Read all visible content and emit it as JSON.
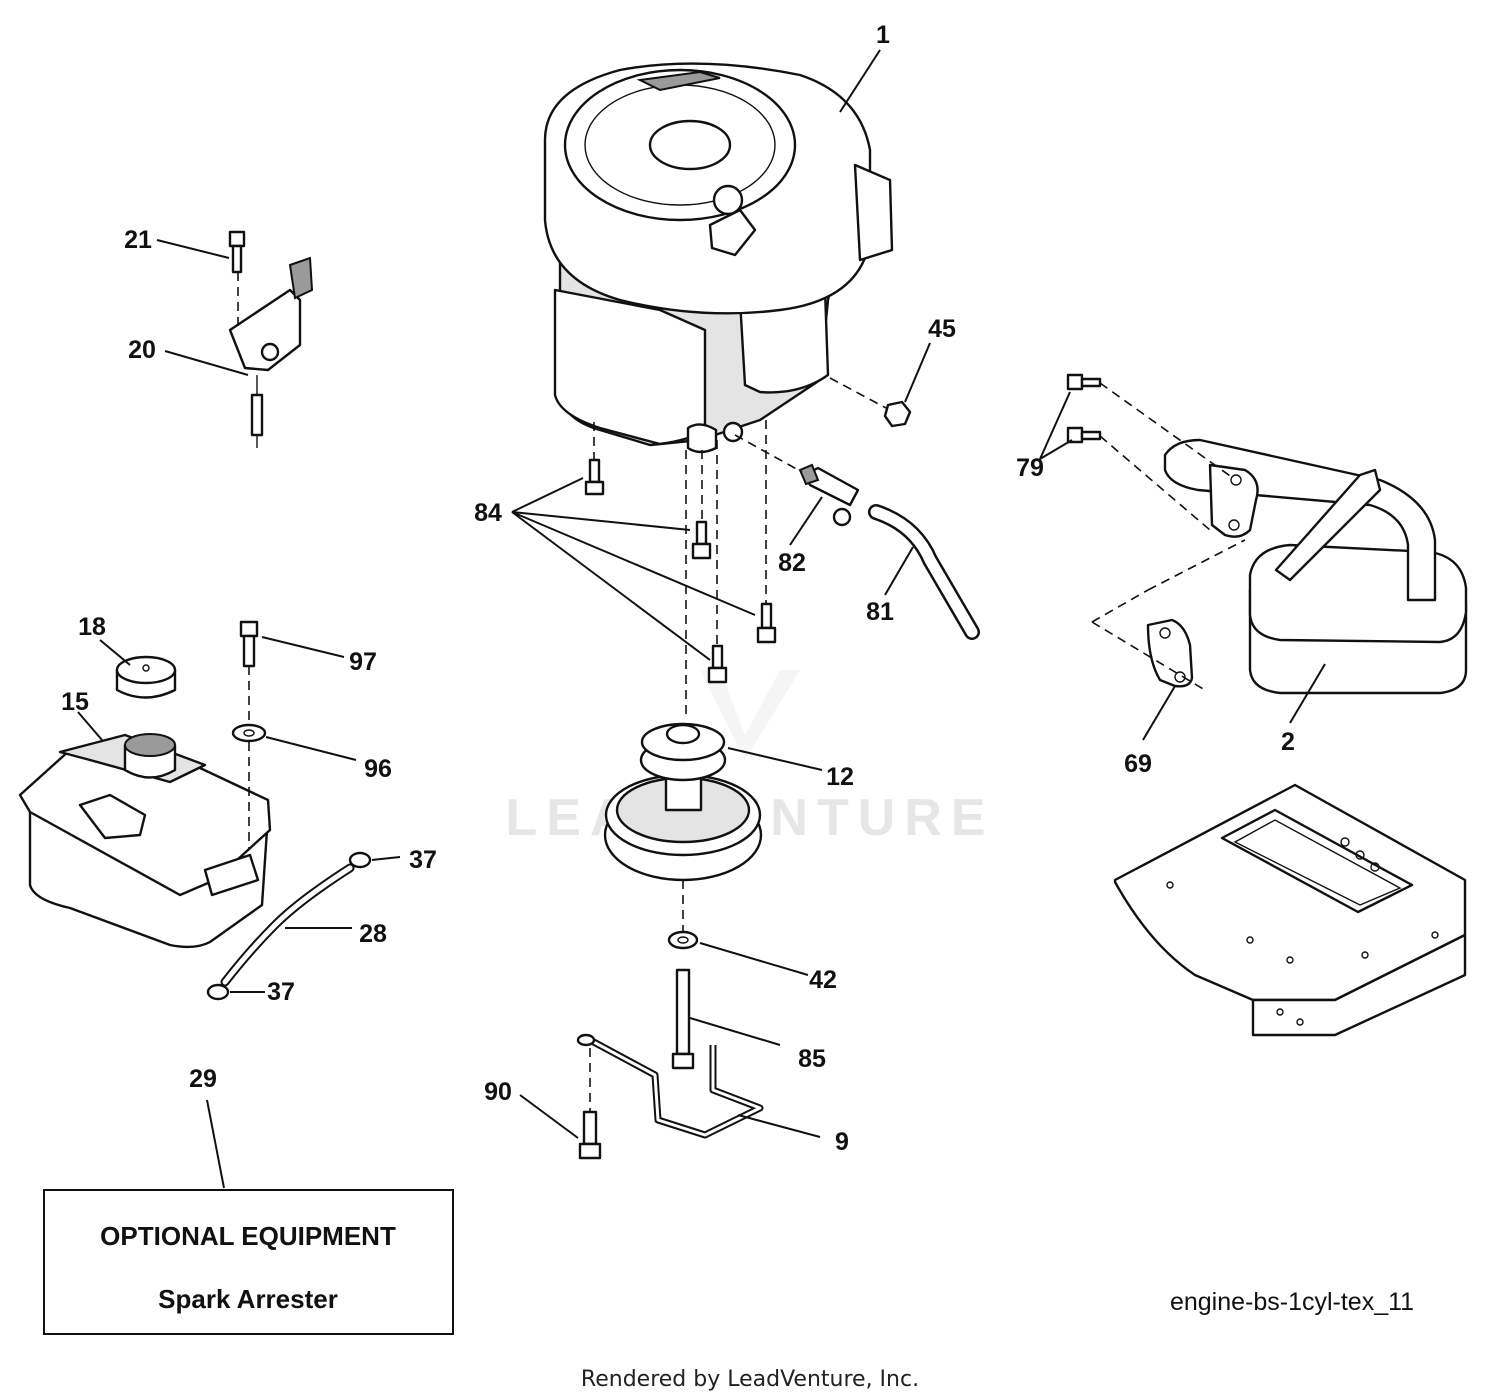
{
  "watermark": "LEADVENTURE",
  "callouts": {
    "c1": "1",
    "c2": "2",
    "c9": "9",
    "c12": "12",
    "c15": "15",
    "c18": "18",
    "c20": "20",
    "c21": "21",
    "c28": "28",
    "c29": "29",
    "c37a": "37",
    "c37b": "37",
    "c42": "42",
    "c45": "45",
    "c69": "69",
    "c79": "79",
    "c81": "81",
    "c82": "82",
    "c84": "84",
    "c85": "85",
    "c90": "90",
    "c96": "96",
    "c97": "97"
  },
  "optional_box": {
    "title": "OPTIONAL EQUIPMENT",
    "subtitle": "Spark Arrester"
  },
  "diagram_id": "engine-bs-1cyl-tex_11",
  "footer": "Rendered by LeadVenture, Inc."
}
